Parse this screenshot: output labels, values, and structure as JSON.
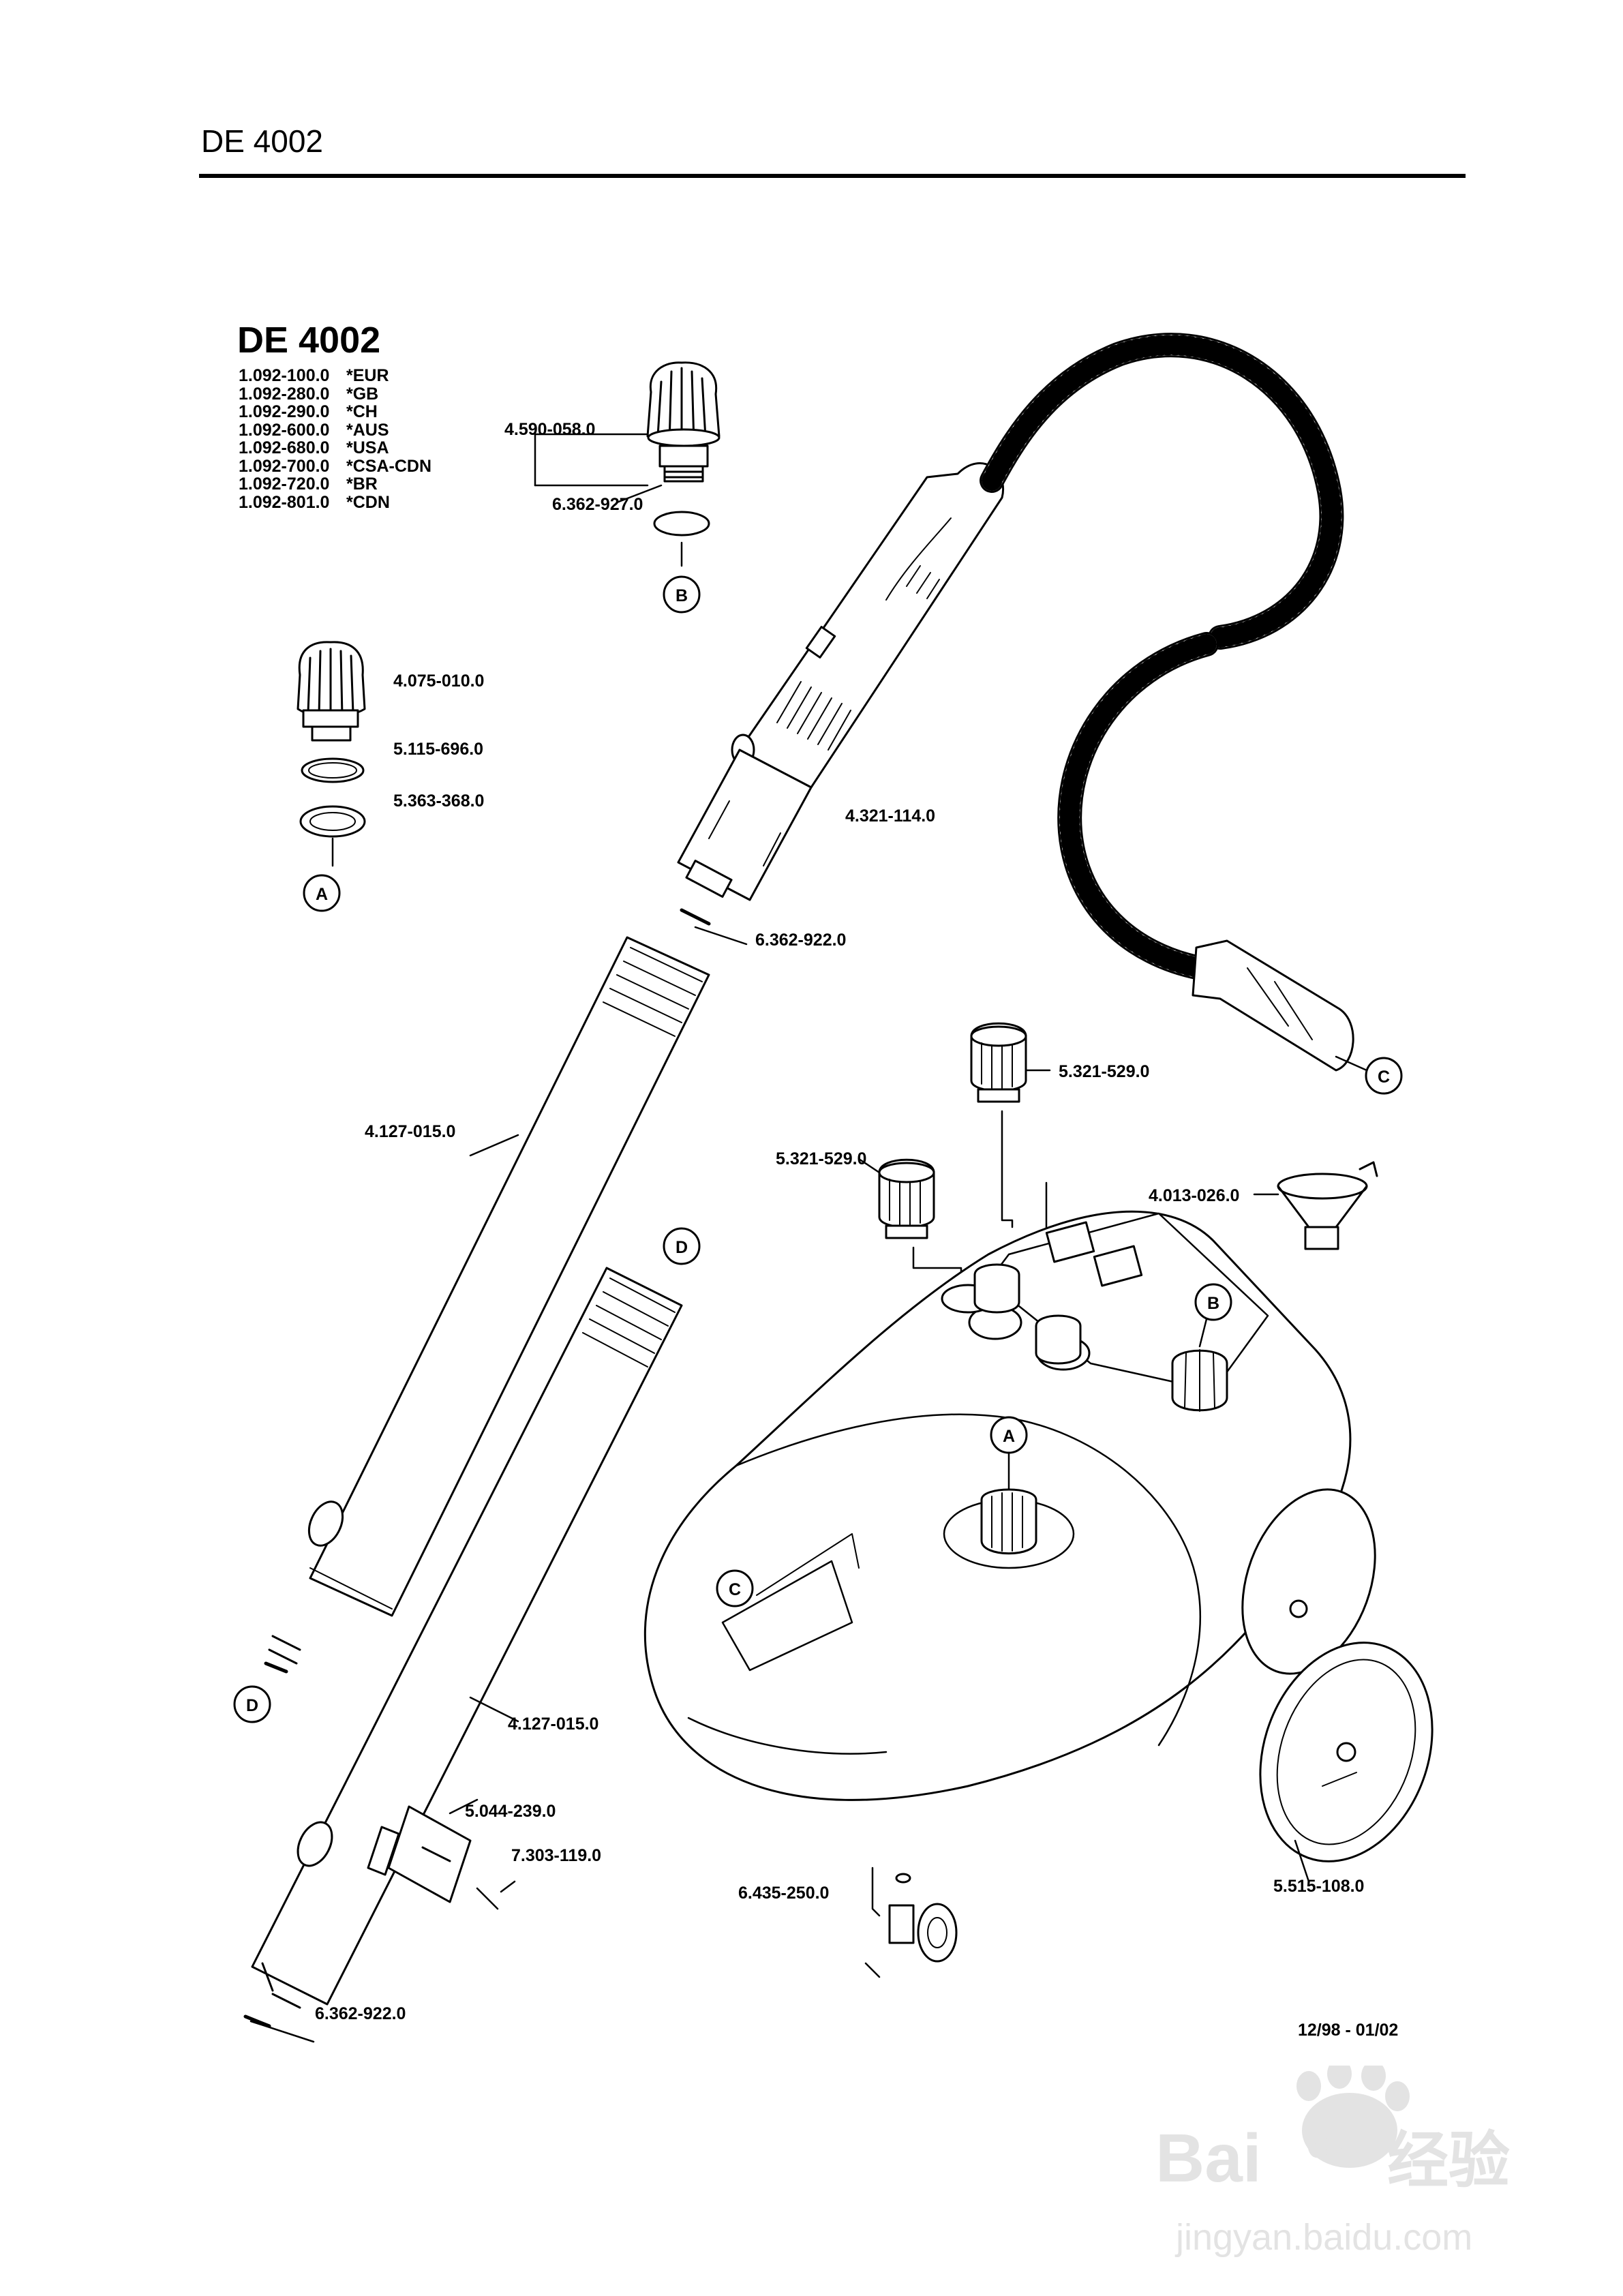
{
  "header": {
    "title": "DE 4002"
  },
  "model": {
    "title": "DE 4002",
    "variants": [
      {
        "code": "1.092-100.0",
        "region": "*EUR"
      },
      {
        "code": "1.092-280.0",
        "region": "*GB"
      },
      {
        "code": "1.092-290.0",
        "region": "*CH"
      },
      {
        "code": "1.092-600.0",
        "region": "*AUS"
      },
      {
        "code": "1.092-680.0",
        "region": "*USA"
      },
      {
        "code": "1.092-700.0",
        "region": "*CSA-CDN"
      },
      {
        "code": "1.092-720.0",
        "region": "*BR"
      },
      {
        "code": "1.092-801.0",
        "region": "*CDN"
      }
    ]
  },
  "parts": {
    "steam_cap": "4.590-058.0",
    "cap_seal": "6.362-927.0",
    "boiler_cap": "4.075-010.0",
    "ring_upper": "5.115-696.0",
    "ring_lower": "5.363-368.0",
    "handle": "4.321-114.0",
    "handle_oring": "6.362-922.0",
    "tube_upper": "4.127-015.0",
    "tube_lower": "4.127-015.0",
    "bracket": "5.044-239.0",
    "screw": "7.303-119.0",
    "tube_oring": "6.362-922.0",
    "knob_top": "5.321-529.0",
    "knob_left": "5.321-529.0",
    "funnel": "4.013-026.0",
    "castor": "6.435-250.0",
    "wheel": "5.515-108.0"
  },
  "callouts": {
    "a": "A",
    "b": "B",
    "c": "C",
    "d": "D"
  },
  "footer": {
    "date": "12/98 - 01/02"
  },
  "watermark": {
    "brand_a": "Bai",
    "brand_b": "du",
    "brand_cn": "经验",
    "url": "jingyan.baidu.com"
  }
}
